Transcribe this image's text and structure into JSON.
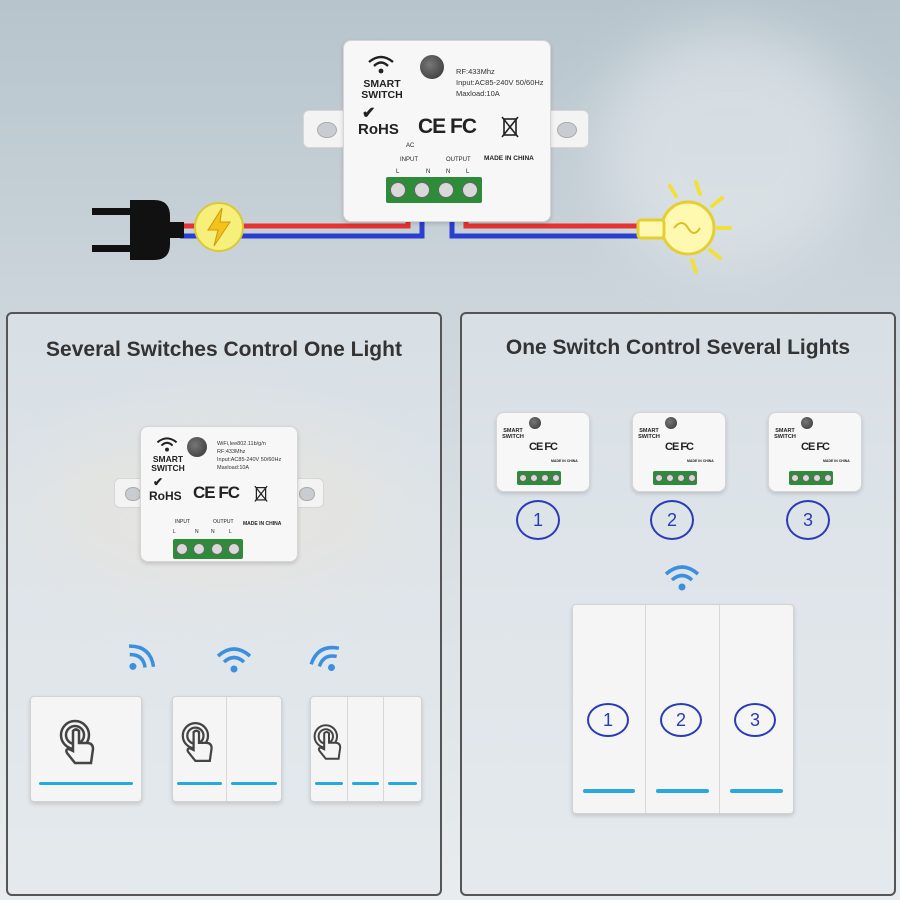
{
  "module": {
    "brand_line1": "SMART",
    "brand_line2": "SWITCH",
    "rohs": "RoHS",
    "cert": "CE FC",
    "rf": "RF:433Mhz",
    "input": "Input:AC85-240V 50/60Hz",
    "maxload": "Maxload:10A",
    "wifi_line": "WiFi,Iee802.11b/g/n",
    "made": "MADE IN CHINA",
    "ac": "AC",
    "input_label": "INPUT",
    "output_label": "OUTPUT",
    "l": "L",
    "n": "N"
  },
  "left_panel": {
    "title": "Several Switches Control One Light"
  },
  "right_panel": {
    "title": "One Switch Control Several Lights",
    "channels": [
      "1",
      "2",
      "3"
    ],
    "switch_numbers": [
      "1",
      "2",
      "3"
    ]
  },
  "colors": {
    "live": "#e63232",
    "neutral": "#2a3fd0",
    "accent": "#27a9df",
    "terminal": "#2e8b3a"
  }
}
